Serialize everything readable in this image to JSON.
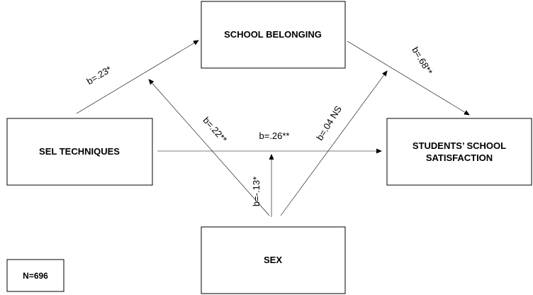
{
  "boxes": {
    "school_belonging": "SCHOOL BELONGING",
    "sel_techniques": "SEL TECHNIQUES",
    "satisfaction_line1": "STUDENTS’ SCHOOL",
    "satisfaction_line2": "SATISFACTION",
    "sex": "SEX",
    "sample_size": "N=696"
  },
  "paths": {
    "sel_to_belonging": "b=.23*",
    "belonging_to_satisfaction": "b=.68**",
    "sel_to_satisfaction": "b=.26**",
    "sex_to_sel_belonging_path": "b=.22**",
    "sex_to_belonging_satisfaction_path": "b=.04 NS",
    "sex_to_sel_satisfaction_path": "b=-.13*"
  }
}
